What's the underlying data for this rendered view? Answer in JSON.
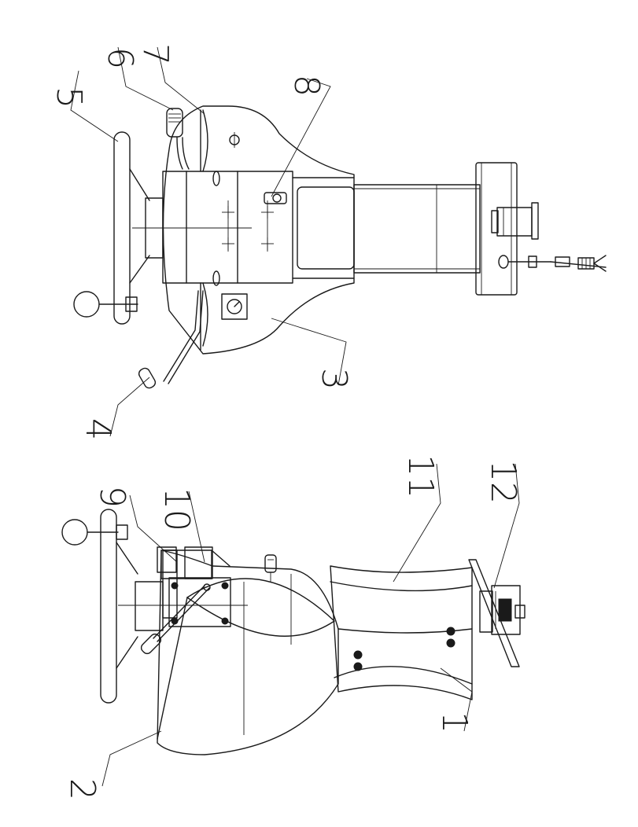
{
  "callouts": [
    "1",
    "2",
    "3",
    "4",
    "5",
    "6",
    "7",
    "8",
    "9",
    "10",
    "11",
    "12"
  ],
  "colors": {
    "line": "#1a1a1a",
    "background": "#ffffff"
  }
}
